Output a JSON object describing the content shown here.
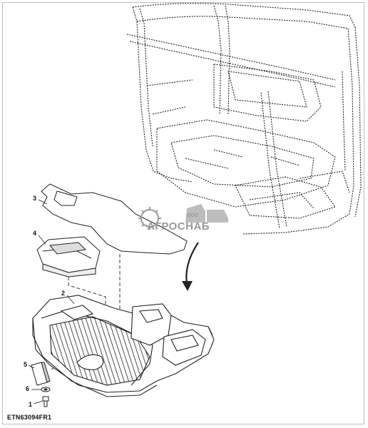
{
  "figure_code": "ETN63094FR1",
  "watermark": {
    "company_prefix": "ООО",
    "company_name": "АГРОСНАБ"
  },
  "callouts": [
    {
      "id": "1",
      "label": "1"
    },
    {
      "id": "2",
      "label": "2"
    },
    {
      "id": "3",
      "label": "3"
    },
    {
      "id": "4",
      "label": "4"
    },
    {
      "id": "5",
      "label": "5"
    },
    {
      "id": "6",
      "label": "6"
    }
  ],
  "colors": {
    "line": "#222222",
    "watermark": "#9a9a9a"
  }
}
